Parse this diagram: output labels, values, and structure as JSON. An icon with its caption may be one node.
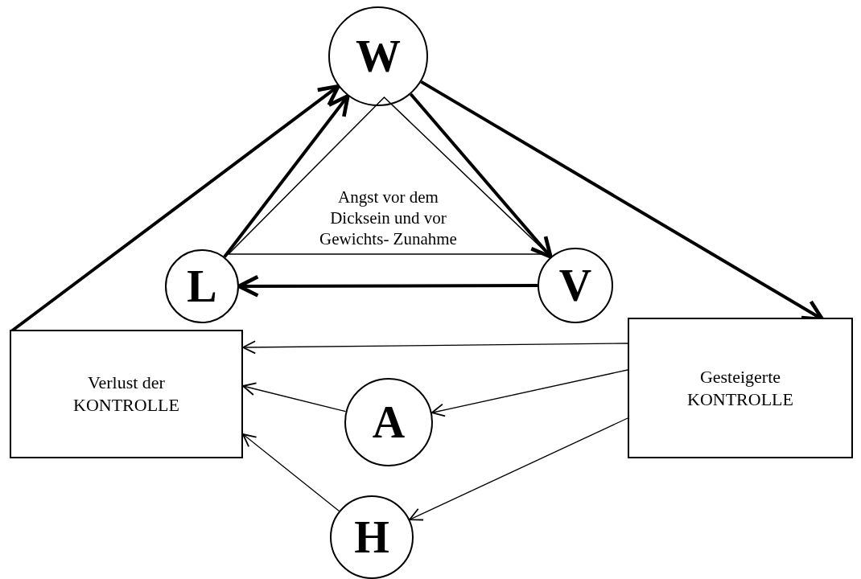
{
  "diagram": {
    "nodes": [
      {
        "text": [
          "W"
        ]
      },
      {
        "text": [
          "Angst vor dem Dicksein und vor Gewichts- Zunahme"
        ]
      },
      {
        "text": [
          "L"
        ]
      },
      {
        "text": [
          "V"
        ]
      },
      {
        "text": [
          "Verlust der KONTROLLE"
        ]
      },
      {
        "text": [
          "Gesteigerte KONTROLLE"
        ]
      },
      {
        "text": [
          "A"
        ]
      },
      {
        "text": [
          "H"
        ]
      }
    ],
    "edges": [
      {
        "from": 2,
        "to": 0,
        "arrow": "to",
        "style": "thick"
      },
      {
        "from": 4,
        "to": 0,
        "arrow": "to",
        "style": "thick"
      },
      {
        "from": 0,
        "to": 3,
        "arrow": "to",
        "style": "thick"
      },
      {
        "from": 3,
        "to": 2,
        "arrow": "to",
        "style": "thick"
      },
      {
        "from": 0,
        "to": 5,
        "arrow": "to",
        "style": "thick"
      },
      {
        "from": 5,
        "to": 4,
        "arrow": "to"
      },
      {
        "from": 5,
        "to": 6,
        "arrow": "to"
      },
      {
        "from": 6,
        "to": 4,
        "arrow": "to"
      },
      {
        "from": 5,
        "to": 7,
        "arrow": "to"
      },
      {
        "from": 7,
        "to": 4,
        "arrow": "to"
      }
    ]
  }
}
